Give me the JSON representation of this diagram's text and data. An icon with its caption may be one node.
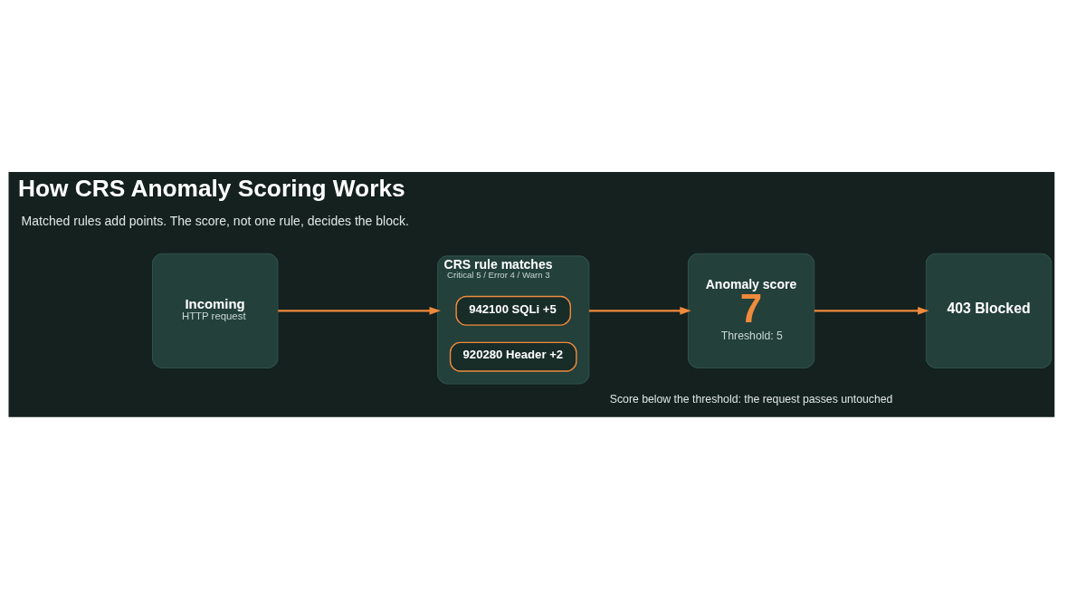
{
  "diagram": {
    "title": "How CRS Anomaly Scoring Works",
    "nodes": [
      {
        "text": [
          "Incoming",
          "HTTP request"
        ]
      },
      {
        "text": [
          "CRS rule matches",
          "Critical 5 / Error 4 / Warn 3"
        ]
      },
      {
        "text": [
          "942100 SQLi +5"
        ],
        "in": 1
      },
      {
        "text": [
          "920280 Header +2"
        ],
        "in": 1
      },
      {
        "text": [
          "Anomaly score",
          "7",
          "Threshold: 5"
        ]
      },
      {
        "text": [
          "403 Blocked"
        ]
      }
    ],
    "edges": [
      {
        "from": 0,
        "to": 1,
        "arrow": "to"
      },
      {
        "from": 1,
        "to": 4,
        "arrow": "to"
      },
      {
        "from": 4,
        "to": 5,
        "arrow": "to"
      }
    ],
    "labels": [
      "Matched rules add points. The score, not one rule, decides the block.",
      "Score below the threshold: the request passes untouched"
    ]
  }
}
